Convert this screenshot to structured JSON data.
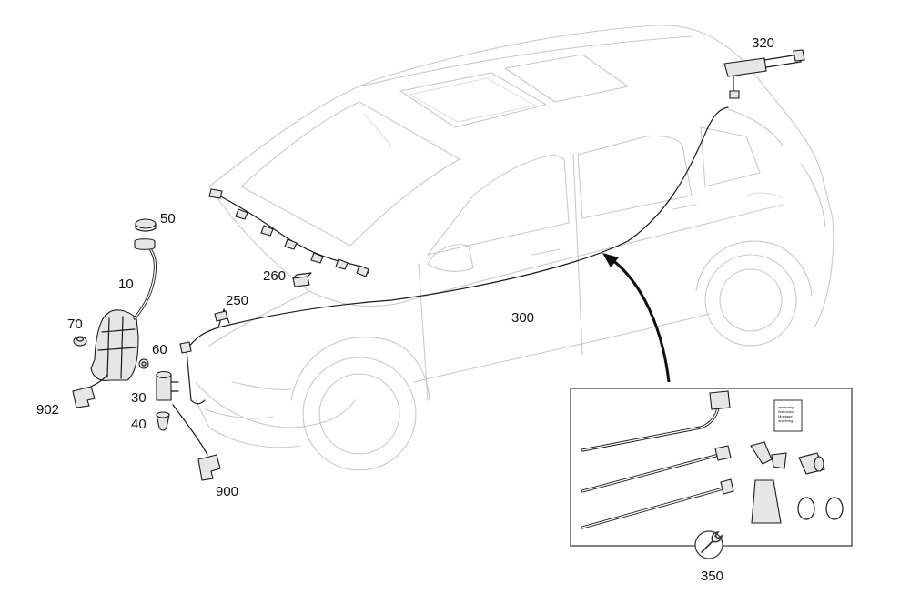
{
  "labels": {
    "p10": "10",
    "p30": "30",
    "p40": "40",
    "p50": "50",
    "p60": "60",
    "p70": "70",
    "p250": "250",
    "p260": "260",
    "p300": "300",
    "p320": "320",
    "p350": "350",
    "p900": "900",
    "p902": "902"
  },
  "kit_card": {
    "line1": "assembly",
    "line2": "instruction",
    "line3": "Montage-",
    "line4": "anleitung"
  }
}
